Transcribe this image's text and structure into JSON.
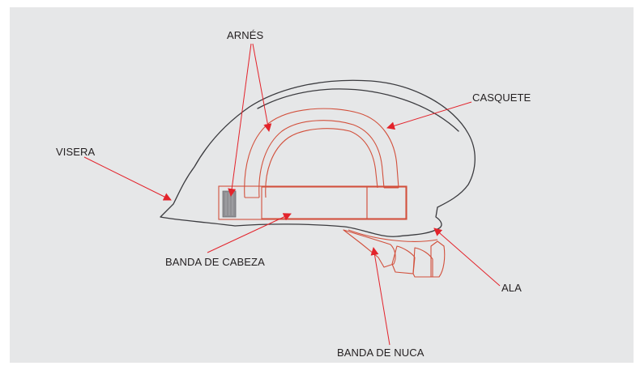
{
  "labels": {
    "arnes": "ARNÉS",
    "casquete": "CASQUETE",
    "visera": "VISERA",
    "banda_cabeza": "BANDA DE CABEZA",
    "ala": "ALA",
    "banda_nuca": "BANDA DE NUCA"
  },
  "colors": {
    "background": "#e6e7e8",
    "outline": "#3b3b3f",
    "component": "#d2503c",
    "arrow": "#e3232b",
    "buckle": "#8f8f93",
    "text": "#231f20"
  }
}
